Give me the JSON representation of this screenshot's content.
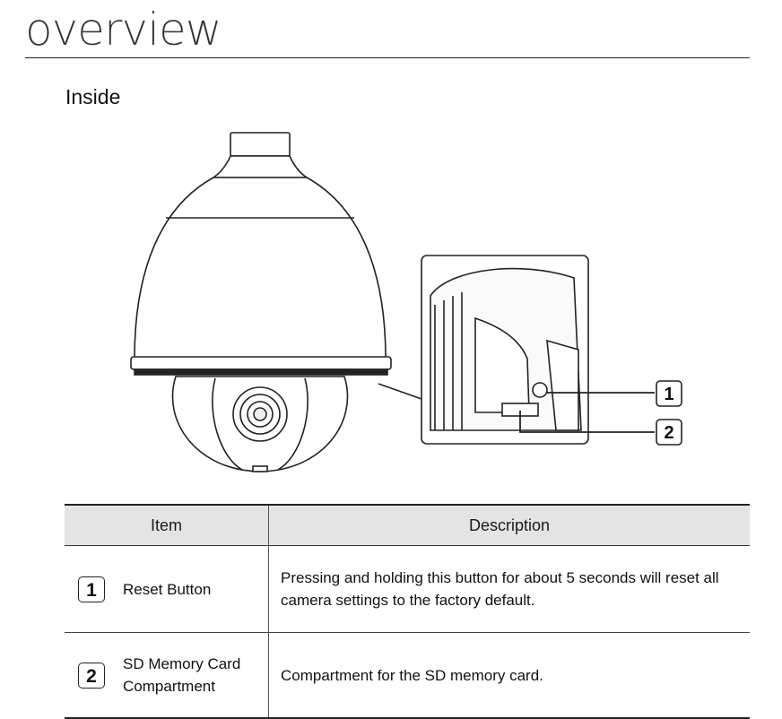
{
  "page": {
    "heading": "overview",
    "section_title": "Inside"
  },
  "figure": {
    "callouts": [
      "1",
      "2"
    ]
  },
  "table": {
    "headers": {
      "item": "Item",
      "description": "Description"
    },
    "rows": [
      {
        "badge": "1",
        "item": "Reset Button",
        "description": "Pressing and holding this button for about 5 seconds will reset all camera settings to the factory default."
      },
      {
        "badge": "2",
        "item_line1": "SD Memory Card",
        "item_line2": "Compartment",
        "description": "Compartment for the SD memory card."
      }
    ]
  }
}
